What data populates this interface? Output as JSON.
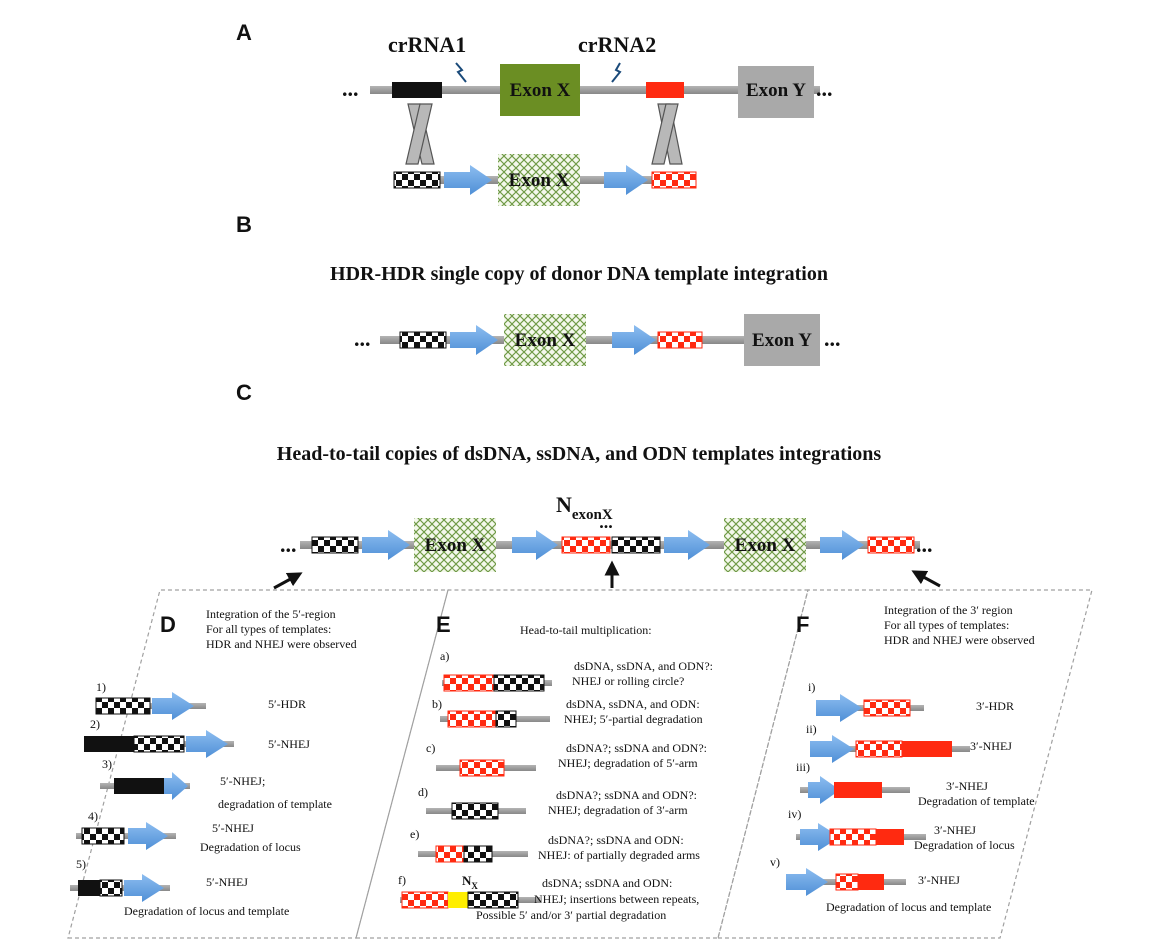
{
  "panels": {
    "a": {
      "letter": "A",
      "crrna1": "crRNA1",
      "crrna2": "crRNA2",
      "exon_x": "Exon X",
      "exon_y": "Exon Y",
      "ellipsis": "..."
    },
    "b": {
      "letter": "B",
      "title": "HDR-HDR single copy of donor DNA template integration",
      "exon_x": "Exon X",
      "exon_y": "Exon Y",
      "ellipsis": "..."
    },
    "c": {
      "letter": "C",
      "title": "Head-to-tail copies of dsDNA, ssDNA, and ODN templates integrations",
      "n_main": "N",
      "n_sub": "exonX",
      "exon_x": "Exon X",
      "ellipsis": "..."
    },
    "d": {
      "letter": "D",
      "heading": [
        "Integration of the 5′-region",
        "For all  types of templates:",
        "HDR and NHEJ  were observed"
      ],
      "items": [
        {
          "id": "1)",
          "lines": [
            "5′-HDR"
          ]
        },
        {
          "id": "2)",
          "lines": [
            "5′-NHEJ"
          ]
        },
        {
          "id": "3)",
          "lines": [
            "5′-NHEJ;",
            "degradation of template"
          ]
        },
        {
          "id": "4)",
          "lines": [
            "5′-NHEJ",
            "Degradation of locus"
          ]
        },
        {
          "id": "5)",
          "lines": [
            "5′-NHEJ",
            "Degradation  of locus and  template"
          ]
        }
      ]
    },
    "e": {
      "letter": "E",
      "heading": "Head-to-tail multiplication:",
      "nx_main": "N",
      "nx_sub": "X",
      "items": [
        {
          "id": "a)",
          "lines": [
            "dsDNA, ssDNA, and ODN?:",
            "NHEJ or  rolling circle?"
          ]
        },
        {
          "id": "b)",
          "lines": [
            "dsDNA, ssDNA, and ODN:",
            "NHEJ; 5′-partial degradation"
          ]
        },
        {
          "id": "c)",
          "lines": [
            "dsDNA?; ssDNA and ODN?:",
            "NHEJ; degradation of 5′-arm"
          ]
        },
        {
          "id": "d)",
          "lines": [
            "dsDNA?; ssDNA and ODN?:",
            "NHEJ; degradation of 3′-arm"
          ]
        },
        {
          "id": "e)",
          "lines": [
            "dsDNA?; ssDNA and ODN:",
            "NHEJ: of partially degraded arms"
          ]
        },
        {
          "id": "f)",
          "lines": [
            "dsDNA; ssDNA and ODN:",
            "NHEJ; insertions between repeats,",
            "Possible 5′ and/or 3′ partial degradation"
          ]
        }
      ]
    },
    "f": {
      "letter": "F",
      "heading": [
        "Integration of the 3′ region",
        "For all  types of templates:",
        "HDR and NHEJ  were observed"
      ],
      "items": [
        {
          "id": "i)",
          "lines": [
            "3′-HDR"
          ]
        },
        {
          "id": "ii)",
          "lines": [
            "3′-NHEJ"
          ]
        },
        {
          "id": "iii)",
          "lines": [
            "3′-NHEJ",
            "Degradation of template"
          ]
        },
        {
          "id": "iv)",
          "lines": [
            "3′-NHEJ",
            "Degradation of  locus"
          ]
        },
        {
          "id": "v)",
          "lines": [
            "3′-NHEJ",
            "Degradation of locus and template"
          ]
        }
      ]
    }
  },
  "colors": {
    "exon_x_solid": "#6b8e23",
    "exon_x_pattern": "#9ab37a",
    "exon_y": "#a9a9a9",
    "red": "#ff2a10",
    "black": "#111111",
    "arrow_blue": "#6aa6e0",
    "line_gray": "#9a9a9a",
    "nx_yellow": "#ffee00",
    "dash": "#9a9a9a"
  }
}
